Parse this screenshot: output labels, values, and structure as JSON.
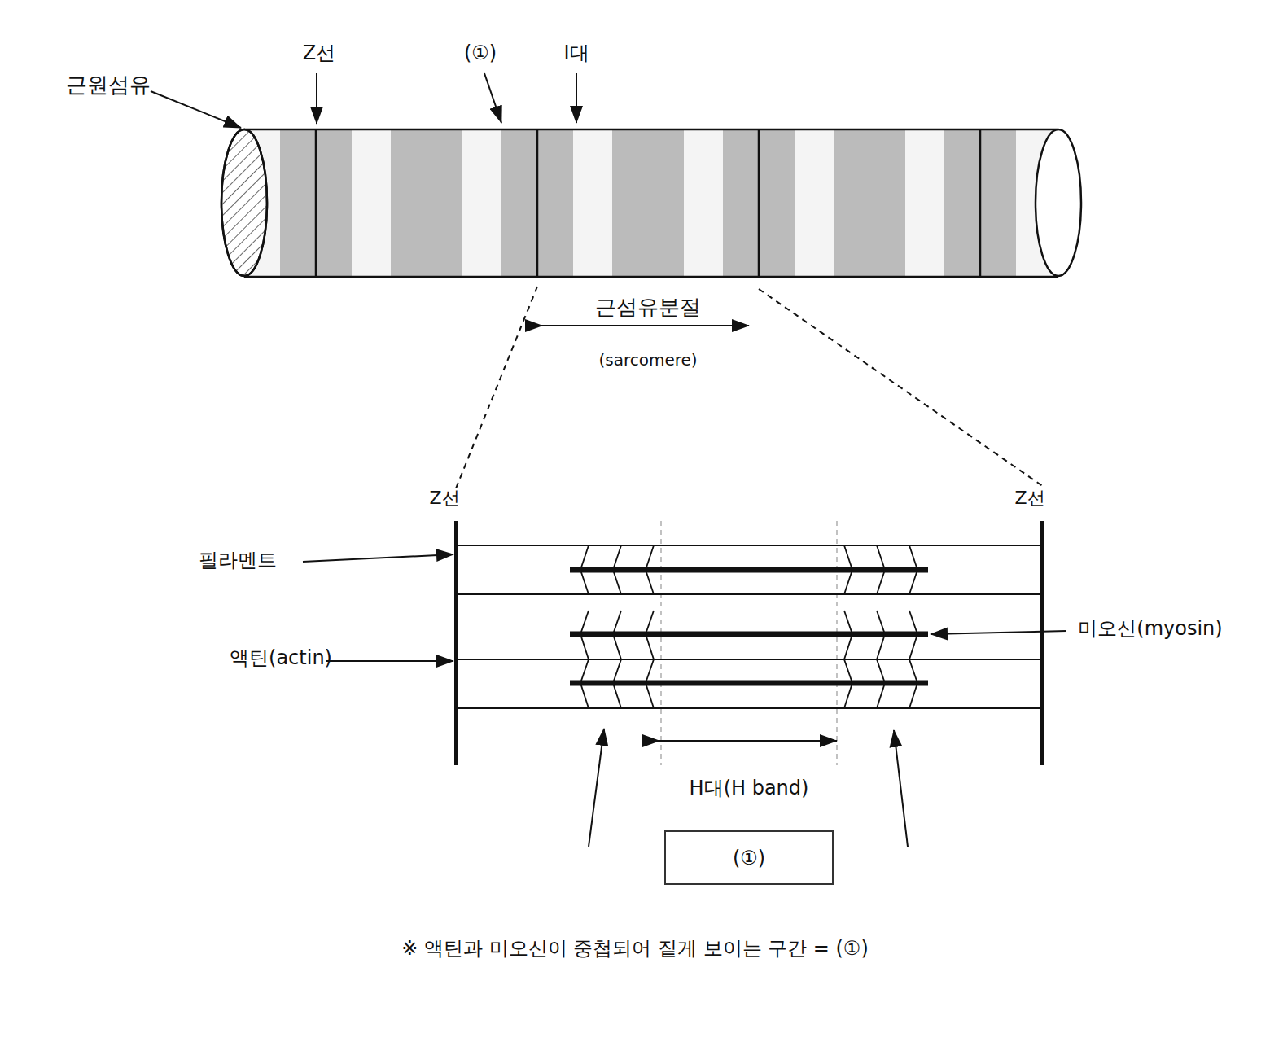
{
  "diagram": {
    "nodes": [
      {
        "text": [
          "(①)"
        ]
      }
    ],
    "labels": [
      "근원섬유",
      "Z선",
      "(①)",
      "I대",
      "근섬유분절",
      "(sarcomere)",
      "Z선",
      "Z선",
      "필라멘트",
      "미오신(myosin)",
      "액틴(actin)",
      "H대(H band)",
      "※ 액틴과 미오신이 중첩되어 짙게 보이는 구간 = (①)"
    ]
  }
}
